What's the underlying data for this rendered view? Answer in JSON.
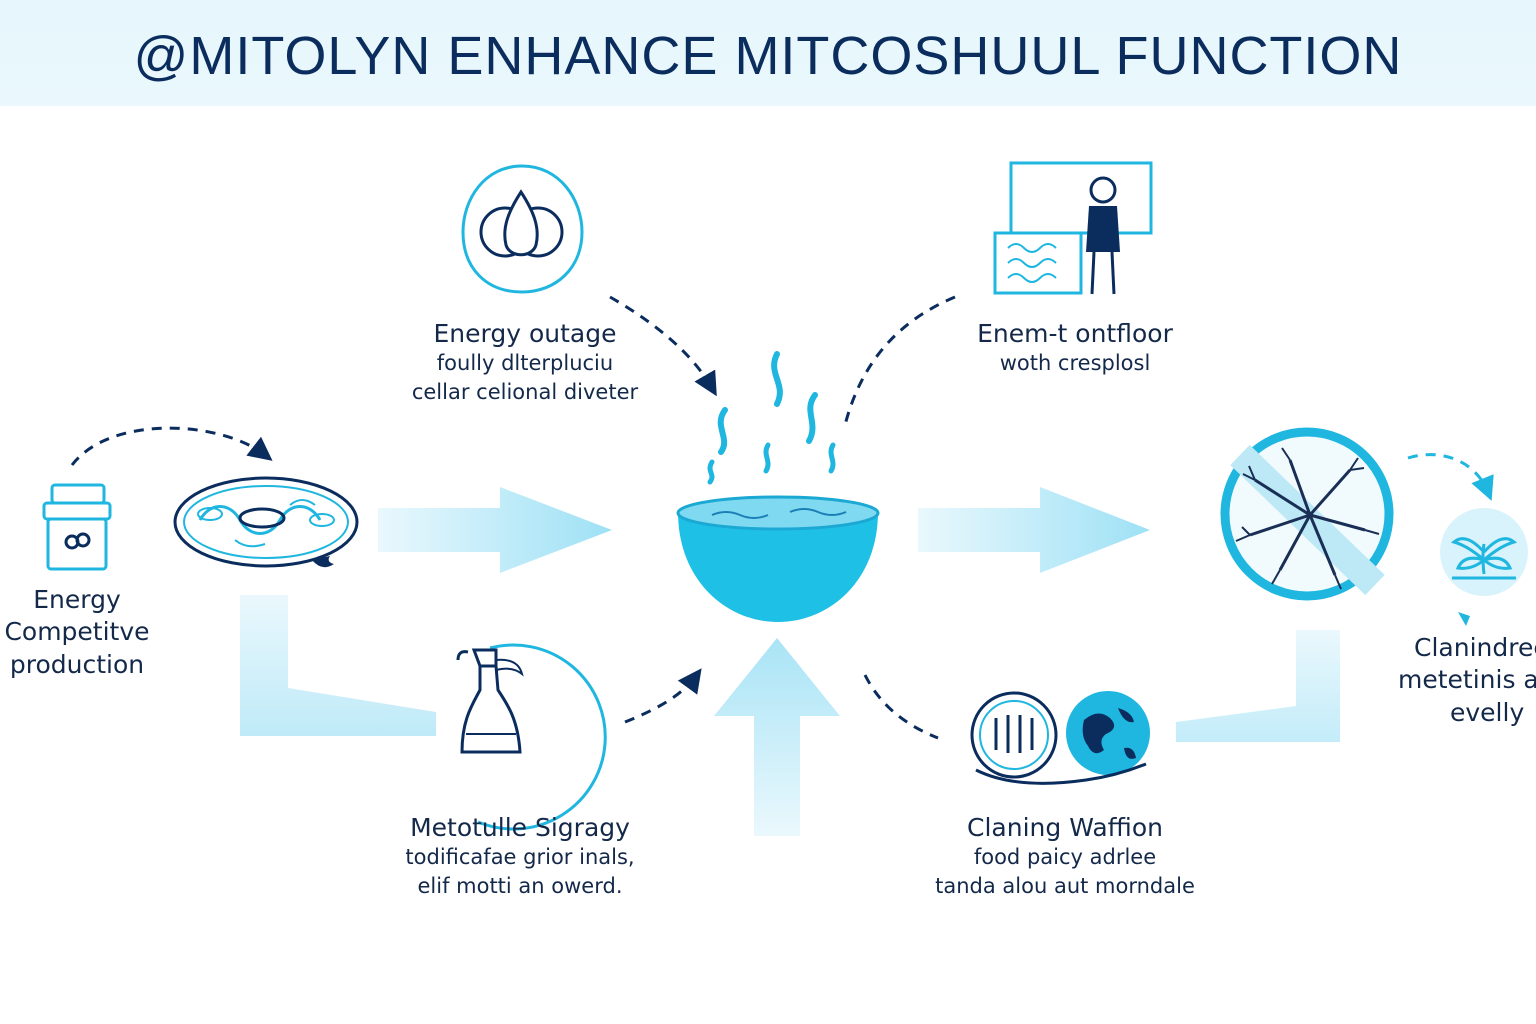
{
  "title": "@MITOLYN ENHANCE MITCOSHUUL FUNCTION",
  "colors": {
    "navy": "#0b2d5e",
    "accent": "#1fb6e0",
    "light_accent": "#c9eefa",
    "header_bg": "#e6f6fc"
  },
  "steps": {
    "energy_outage": {
      "icon": "drop-icon",
      "line1": "Energy outage",
      "line2": "foully dlterpluciu",
      "line3": "cellar celional diveter"
    },
    "enemt_ontfloor": {
      "icon": "person-board-icon",
      "line1": "Enem-t ontfloor",
      "line2": "woth cresplosl"
    },
    "energy_competitive": {
      "icon": "jar-icon",
      "line1": "Energy",
      "line2": "Competitve",
      "line3": "production"
    },
    "metotulle_sigragy": {
      "icon": "bottle-icon",
      "line1": "Metotulle Sigragy",
      "line2": "todificafae grior inals,",
      "line3": "elif motti an owerd."
    },
    "claning_waffion": {
      "icon": "globe-icon",
      "line1": "Claning Waffion",
      "line2": "food paicy adrlee",
      "line3": "tanda alou aut morndale"
    },
    "clanindree": {
      "icon": "plant-icon",
      "line1": "Clanindree",
      "line2": "metetinis ab",
      "line3": "evelly"
    },
    "center": {
      "icon": "steaming-bowl-icon"
    }
  }
}
